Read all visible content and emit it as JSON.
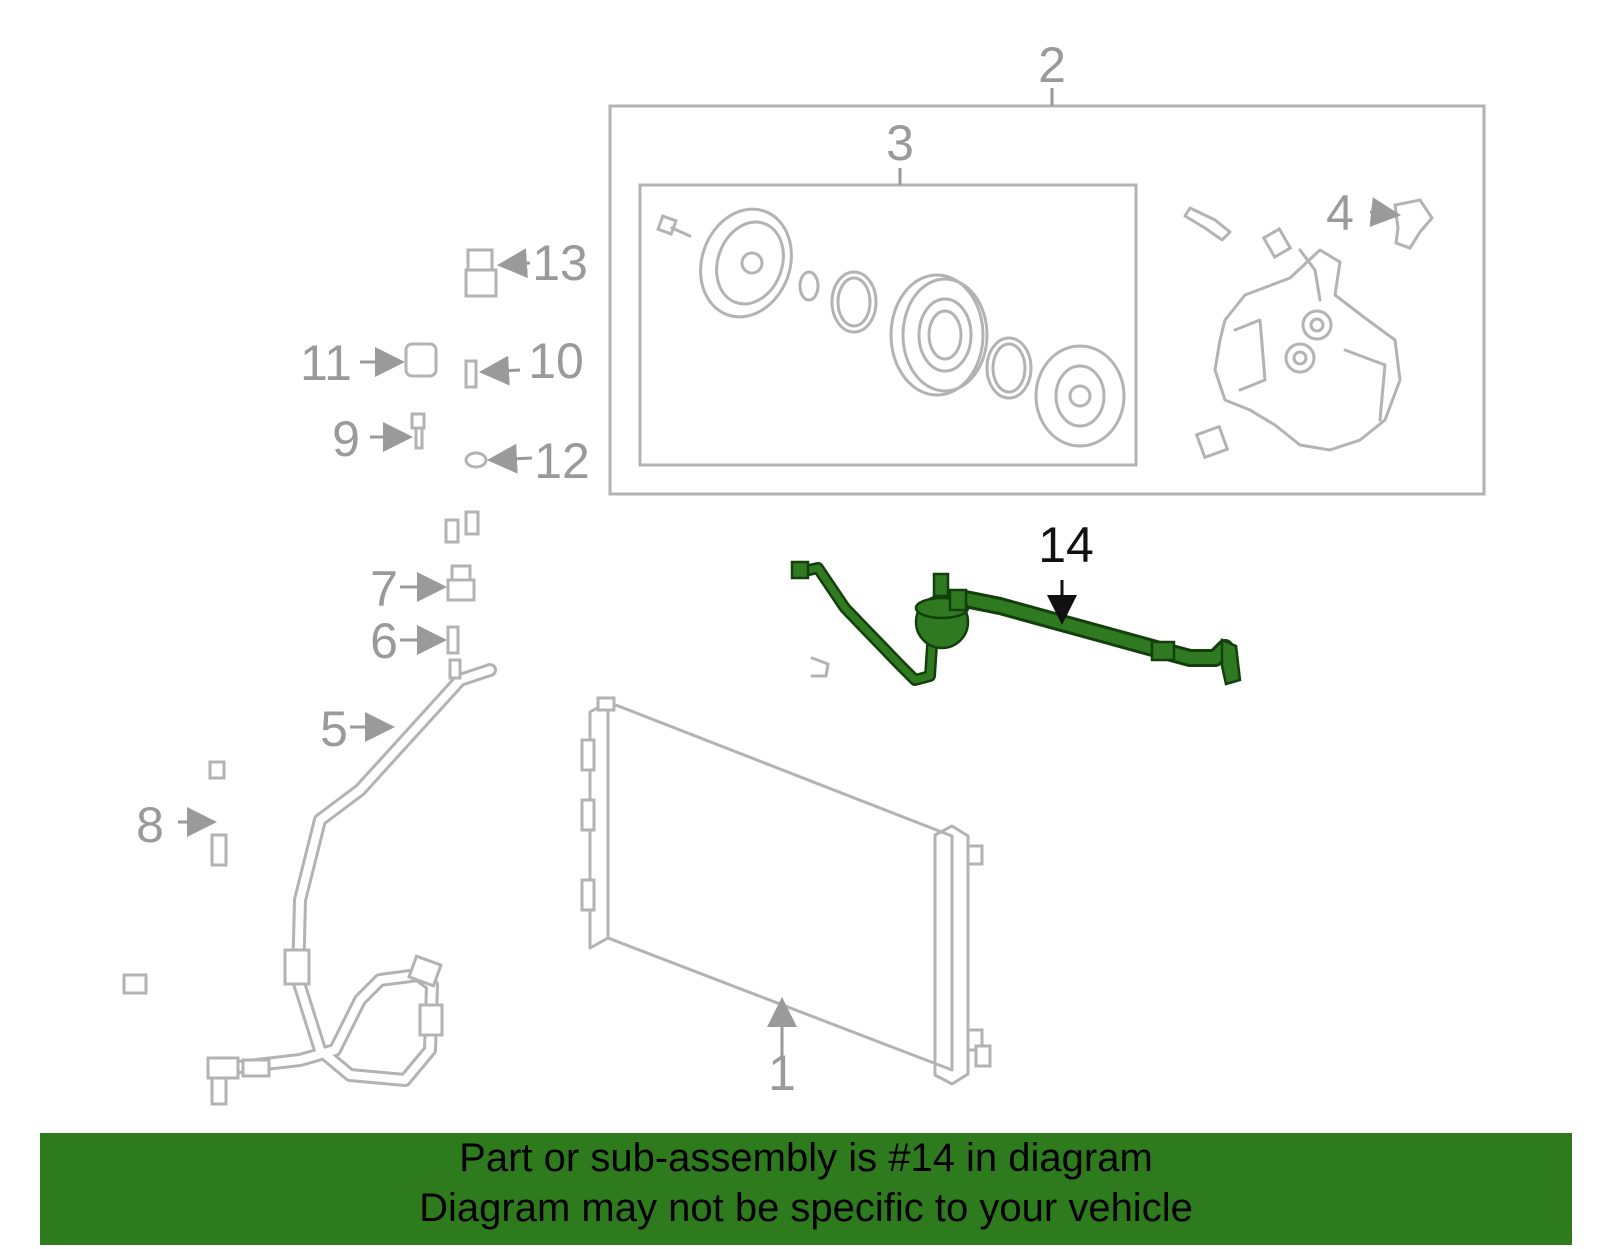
{
  "colors": {
    "highlight": "#2e7b1e",
    "part_gray": "#b3b3b3",
    "label_gray": "#9a9a9a"
  },
  "callouts": {
    "c1": "1",
    "c2": "2",
    "c3": "3",
    "c4": "4",
    "c5": "5",
    "c6": "6",
    "c7": "7",
    "c8": "8",
    "c9": "9",
    "c10": "10",
    "c11": "11",
    "c12": "12",
    "c13": "13",
    "c14": "14"
  },
  "highlighted_part": "14",
  "banner": {
    "line1": "Part or sub-assembly is #14 in diagram",
    "line2": "Diagram may not be specific to your vehicle"
  }
}
